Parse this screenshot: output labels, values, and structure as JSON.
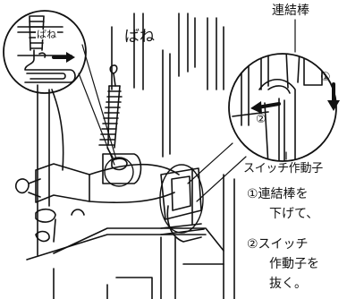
{
  "labels": {
    "spring_callout": "ばね",
    "spring_main": "ばね",
    "connecting_rod": "連結棒",
    "step1_marker": "①",
    "step2_marker": "②",
    "switch_actuator": "スイッチ作動子"
  },
  "instructions": {
    "step1_line1": "①連結棒を",
    "step1_line2": "下げて、",
    "step2_line1": "②スイッチ",
    "step2_line2": "作動子を",
    "step2_line3": "抜く。"
  },
  "colors": {
    "line": "#111111",
    "background": "#ffffff"
  },
  "icons": [
    "arrow-right-icon",
    "arrow-down-icon",
    "arrow-left-icon"
  ]
}
